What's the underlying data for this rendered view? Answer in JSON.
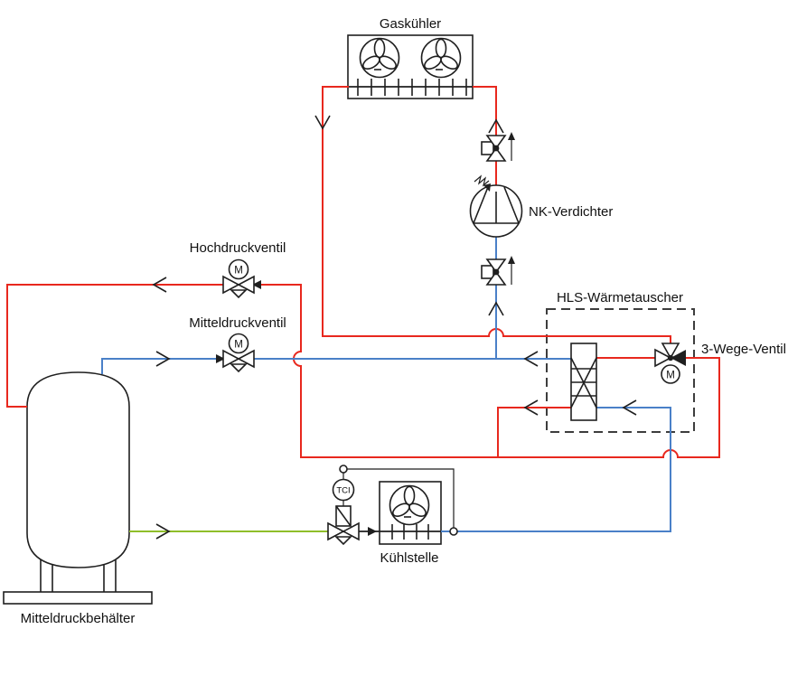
{
  "colors": {
    "high_pressure_red": "#e8281e",
    "medium_pressure_blue": "#4a80c8",
    "liquid_green": "#8fbe2a",
    "line_black": "#1f1f1f",
    "dashed_frame_gray": "#3d3d3d",
    "background": "#ffffff"
  },
  "labels": {
    "gas_cooler": "Gaskühler",
    "compressor": "NK-Verdichter",
    "high_pressure_valve": "Hochdruckventil",
    "medium_pressure_valve": "Mitteldruckventil",
    "heat_exchanger": "HLS-Wärmetauscher",
    "three_way_valve": "3-Wege-Ventil",
    "receiver": "Mitteldruckbehälter",
    "cooling_point": "Kühlstelle",
    "motor_actuator": "M",
    "thermostatic_controller": "TCI"
  }
}
